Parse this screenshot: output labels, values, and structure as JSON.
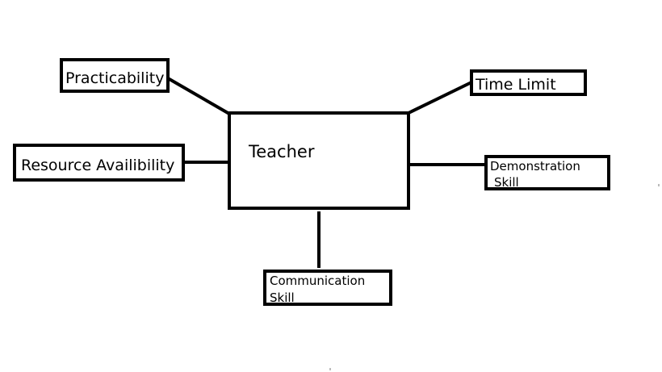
{
  "diagram": {
    "center": {
      "label": "Teacher"
    },
    "nodes": {
      "practicability": {
        "label": "Practicability"
      },
      "time_limit": {
        "label": "Time Limit"
      },
      "resource_availability": {
        "label": "Resource Availibility"
      },
      "demonstration_skill": {
        "line1": "Demonstration",
        "line2": "Skill"
      },
      "communication_skill": {
        "line1": "Communication",
        "line2": "Skill"
      }
    }
  },
  "colors": {
    "stroke": "#000000",
    "background": "#ffffff"
  }
}
